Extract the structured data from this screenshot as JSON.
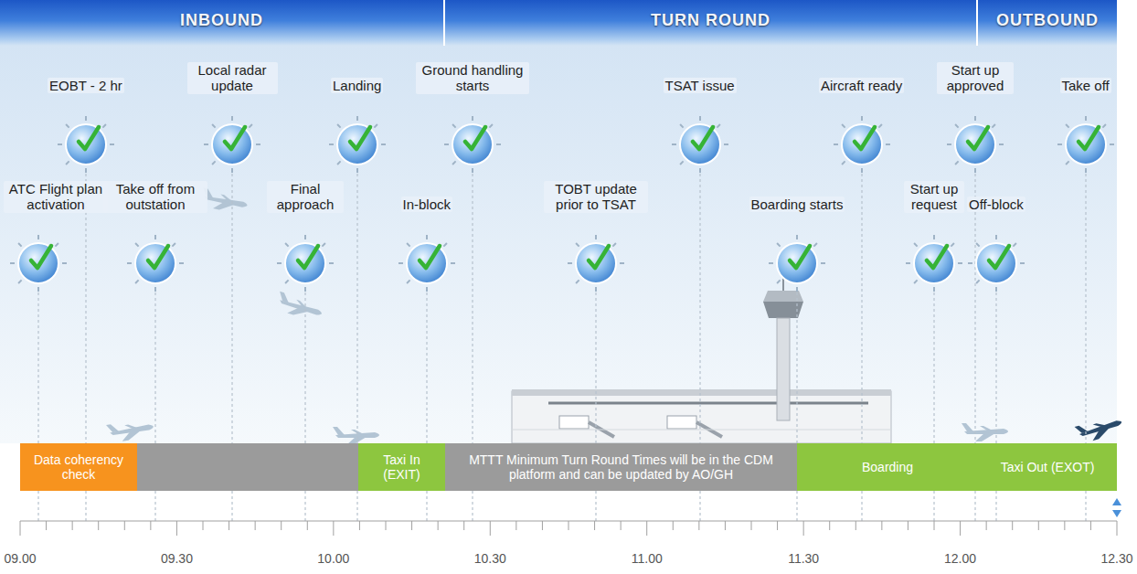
{
  "diagram": {
    "nodes": [
      {
        "text": [
          "INBOUND"
        ]
      },
      {
        "text": [
          "TURN ROUND"
        ]
      },
      {
        "text": [
          "OUTBOUND"
        ]
      },
      {
        "text": [
          "ATC Flight plan activation"
        ]
      },
      {
        "text": [
          "EOBT - 2 hr"
        ]
      },
      {
        "text": [
          "Take off from outstation"
        ]
      },
      {
        "text": [
          "Local radar update"
        ]
      },
      {
        "text": [
          "Final approach"
        ]
      },
      {
        "text": [
          "Landing"
        ]
      },
      {
        "text": [
          "In-block"
        ]
      },
      {
        "text": [
          "Ground handling starts"
        ]
      },
      {
        "text": [
          "TOBT update prior to TSAT"
        ]
      },
      {
        "text": [
          "TSAT issue"
        ]
      },
      {
        "text": [
          "Boarding starts"
        ]
      },
      {
        "text": [
          "Aircraft ready"
        ]
      },
      {
        "text": [
          "Start up request"
        ]
      },
      {
        "text": [
          "Start up approved"
        ]
      },
      {
        "text": [
          "Off-block"
        ]
      },
      {
        "text": [
          "Take off"
        ]
      },
      {
        "text": [
          "Data coherency check"
        ]
      },
      {
        "text": [
          "Taxi In (EXIT)"
        ]
      },
      {
        "text": [
          "MTTT Minimum Turn Round Times will be in the CDM platform and can be updated by AO/GH"
        ]
      },
      {
        "text": [
          "Boarding"
        ]
      },
      {
        "text": [
          "Taxi Out (EXOT)"
        ]
      }
    ],
    "labels": [
      "09.00",
      "09.30",
      "10.00",
      "10.30",
      "11.00",
      "11.30",
      "12.00",
      "12.30"
    ]
  }
}
